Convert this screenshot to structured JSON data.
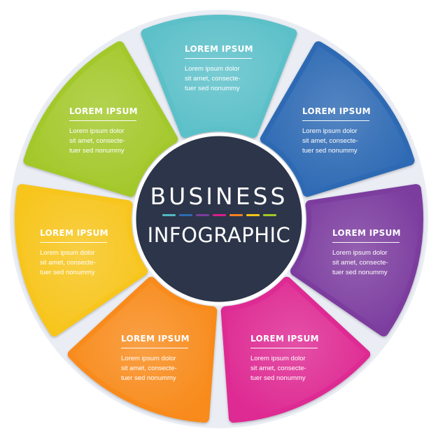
{
  "center": {
    "title": "BUSINESS",
    "subtitle": "INFOGRAPHIC",
    "fill": "#2c3549",
    "dash_colors": [
      "#52b9c2",
      "#2f6ab3",
      "#7b3d9c",
      "#d61f8c",
      "#f58220",
      "#f6c517",
      "#a2c824"
    ]
  },
  "ring": {
    "fill": "#eaedf4"
  },
  "segments": [
    {
      "id": "teal",
      "title": "LOREM IPSUM",
      "body": [
        "Lorem ipsum dolor",
        "sit amet, consecte-",
        "tuer sed nonummy"
      ],
      "color": "#5cc0c9",
      "align": "center"
    },
    {
      "id": "blue",
      "title": "LOREM IPSUM",
      "body": [
        "Lorem ipsum dolor",
        "sit amet, consecte-",
        "tuer sed nonummy"
      ],
      "color": "#2f6bb4",
      "align": "center"
    },
    {
      "id": "purple",
      "title": "LOREM IPSUM",
      "body": [
        "Lorem ipsum dolor",
        "sit amet, consecte-",
        "tuer sed nonummy"
      ],
      "color": "#7b3e9f",
      "align": "center"
    },
    {
      "id": "pink",
      "title": "LOREM IPSUM",
      "body": [
        "Lorem ipsum dolor",
        "sit amet, consecte-",
        "tuer sed nonummy"
      ],
      "color": "#de2a93",
      "align": "center"
    },
    {
      "id": "orange",
      "title": "LOREM IPSUM",
      "body": [
        "Lorem ipsum dolor",
        "sit amet, consecte-",
        "tuer sed nonummy"
      ],
      "color": "#f88b1f",
      "align": "center"
    },
    {
      "id": "yellow",
      "title": "LOREM IPSUM",
      "body": [
        "Lorem ipsum dolor",
        "sit amet, consecte-",
        "tuer sed nonummy"
      ],
      "color": "#f7c51c",
      "align": "center"
    },
    {
      "id": "green",
      "title": "LOREM IPSUM",
      "body": [
        "Lorem ipsum dolor",
        "sit amet, consecte-",
        "tuer sed nonummy"
      ],
      "color": "#a3c82a",
      "align": "center"
    }
  ]
}
